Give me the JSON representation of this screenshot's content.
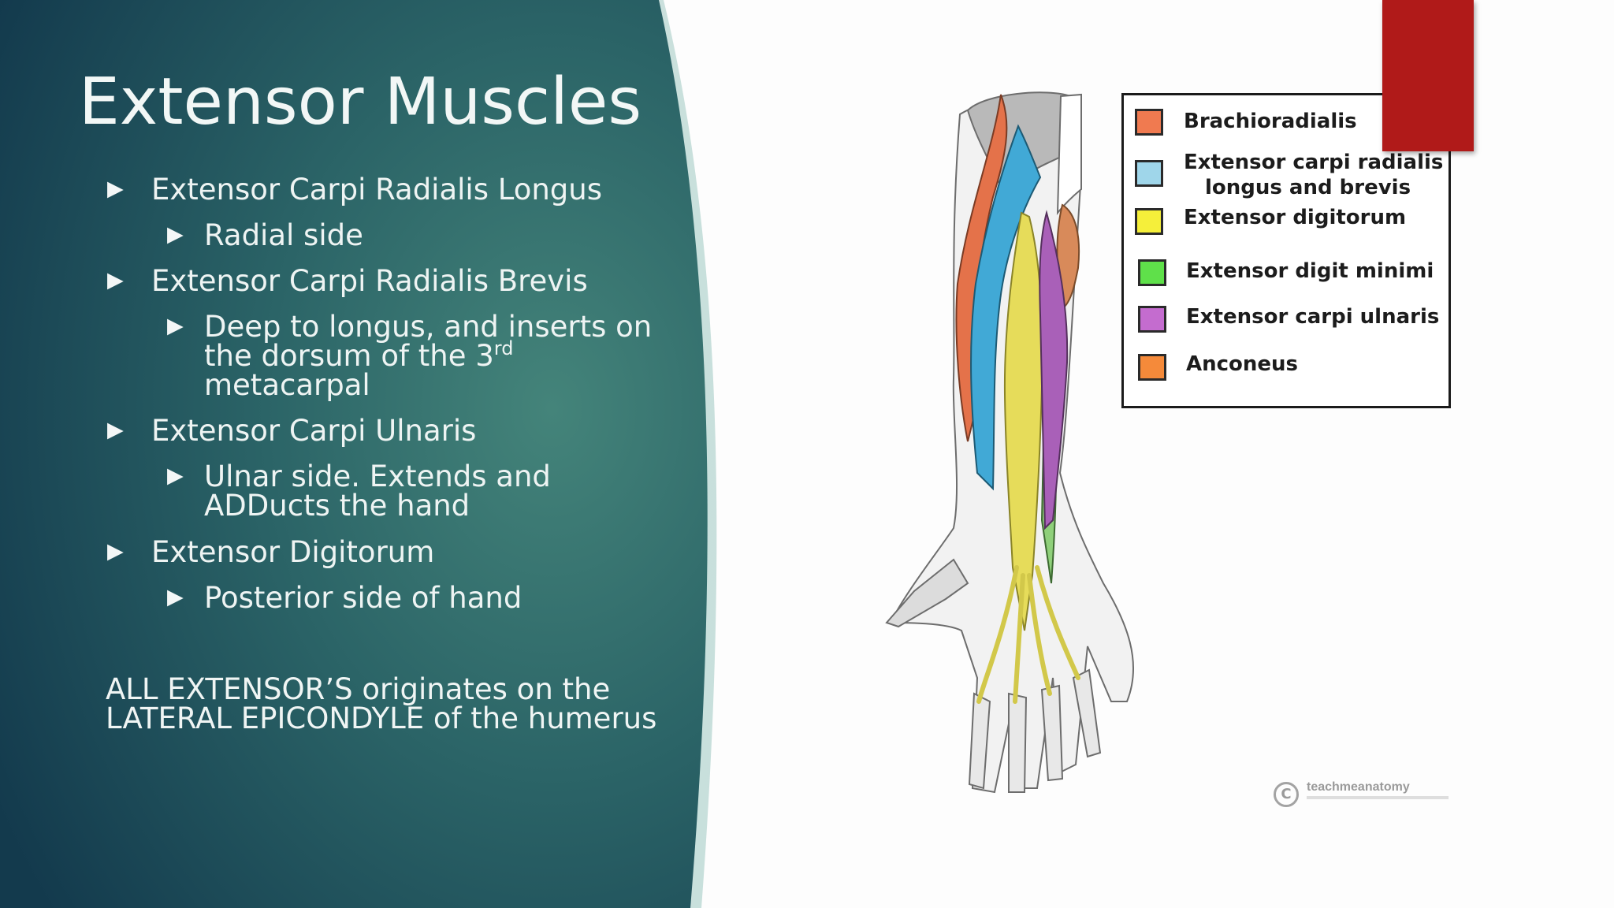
{
  "slide": {
    "title": "Extensor Muscles",
    "bullets": [
      {
        "level": 1,
        "text": "Extensor Carpi Radialis Longus"
      },
      {
        "level": 2,
        "text": "Radial side"
      },
      {
        "level": 1,
        "text": "Extensor Carpi Radialis Brevis"
      },
      {
        "level": 2,
        "line1": "Deep to longus, and inserts on",
        "line2_pre": "the dorsum of the 3",
        "line2_sup": "rd",
        "line3": "metacarpal"
      },
      {
        "level": 1,
        "text": "Extensor Carpi Ulnaris"
      },
      {
        "level": 2,
        "line1": "Ulnar side. Extends and",
        "line2": "ADDucts the hand"
      },
      {
        "level": 1,
        "text": "Extensor Digitorum"
      },
      {
        "level": 2,
        "text": "Posterior side of hand"
      }
    ],
    "bullet_glyph": "▶",
    "note_line1": "ALL EXTENSOR’S originates on the",
    "note_line2": "LATERAL EPICONDYLE of the humerus"
  },
  "legend": {
    "items": [
      {
        "line1": "Brachioradialis",
        "color": "#f07a50"
      },
      {
        "line1": "Extensor carpi radialis",
        "line2": "longus and brevis",
        "color": "#9fd6ea"
      },
      {
        "line1": "Extensor digitorum",
        "color": "#f5ef3a"
      },
      {
        "line1": "Extensor digit minimi",
        "color": "#5fe04a"
      },
      {
        "line1": "Extensor carpi ulnaris",
        "color": "#c46ccf"
      },
      {
        "line1": "Anconeus",
        "color": "#f58a3a"
      }
    ]
  },
  "credit": {
    "icon": "copyright-icon",
    "symbol": "C",
    "text": "teachmeanatomy"
  },
  "colors": {
    "panel_dark": "#12394a",
    "panel_mid": "#2f6f6c",
    "panel_light": "#3f8479",
    "accent_red": "#b01a19"
  }
}
